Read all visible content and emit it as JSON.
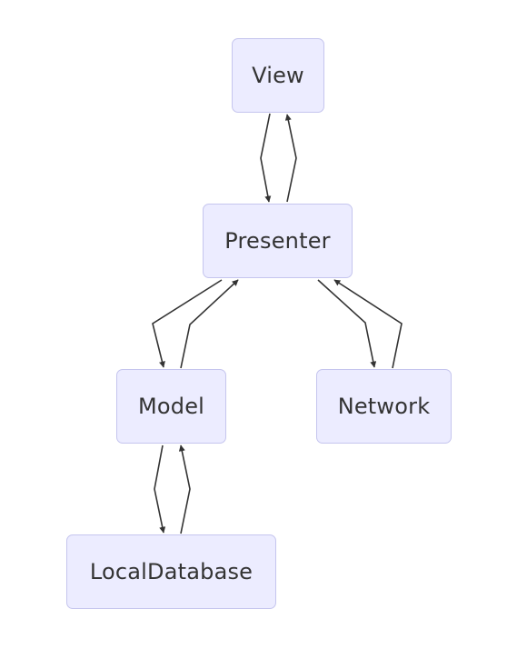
{
  "diagram": {
    "nodes": {
      "view": "View",
      "presenter": "Presenter",
      "model": "Model",
      "network": "Network",
      "local_database": "LocalDatabase"
    },
    "edges": [
      {
        "from": "View",
        "to": "Presenter"
      },
      {
        "from": "Presenter",
        "to": "View"
      },
      {
        "from": "Presenter",
        "to": "Model"
      },
      {
        "from": "Model",
        "to": "Presenter"
      },
      {
        "from": "Presenter",
        "to": "Network"
      },
      {
        "from": "Network",
        "to": "Presenter"
      },
      {
        "from": "Model",
        "to": "LocalDatabase"
      },
      {
        "from": "LocalDatabase",
        "to": "Model"
      }
    ],
    "colors": {
      "node_fill": "#ECECFF",
      "node_border": "#C5C5EE",
      "edge": "#333333",
      "text": "#333333"
    }
  }
}
